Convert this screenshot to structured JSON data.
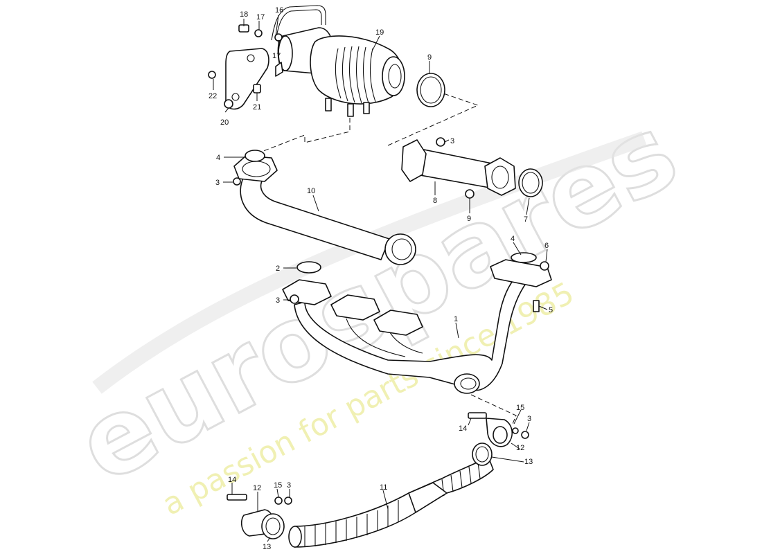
{
  "watermark": {
    "brand": "eurospares",
    "tagline": "a passion for parts since 1985"
  },
  "callouts": {
    "p1": "1",
    "p2": "2",
    "p3a": "3",
    "p3b": "3",
    "p3c": "3",
    "p3d": "3",
    "p3e": "3",
    "p4a": "4",
    "p4b": "4",
    "p5": "5",
    "p6": "6",
    "p7": "7",
    "p8": "8",
    "p9": "9",
    "p9b": "9",
    "p10": "10",
    "p11": "11",
    "p12a": "12",
    "p12b": "12",
    "p13a": "13",
    "p13b": "13",
    "p14a": "14",
    "p14b": "14",
    "p15a": "15",
    "p15b": "15",
    "p16": "16",
    "p17a": "17",
    "p17b": "17",
    "p18": "18",
    "p19": "19",
    "p20": "20",
    "p21": "21",
    "p22": "22"
  }
}
